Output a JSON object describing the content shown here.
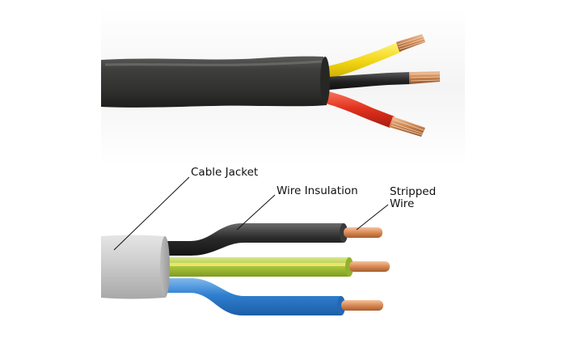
{
  "labels": {
    "cable_jacket": "Cable Jacket",
    "wire_insulation": "Wire Insulation",
    "stripped_wire_line1": "Stripped",
    "stripped_wire_line2": "Wire"
  },
  "photo_cable": {
    "jacket_color": "#3a3a38",
    "wires": [
      {
        "name": "yellow-wire",
        "color": "#f2d614"
      },
      {
        "name": "black-wire",
        "color": "#1f1f1f"
      },
      {
        "name": "red-wire",
        "color": "#e0321e"
      }
    ],
    "conductor_color": "#c9824f"
  },
  "diagram_cable": {
    "jacket_color": "#cfcfcf",
    "wires": [
      {
        "name": "black-wire",
        "color": "#2b2b2b"
      },
      {
        "name": "green-yellow-wire",
        "color": "#a7c43c"
      },
      {
        "name": "blue-wire",
        "color": "#2f7fd0"
      }
    ],
    "conductor_color": "#d88a55"
  }
}
